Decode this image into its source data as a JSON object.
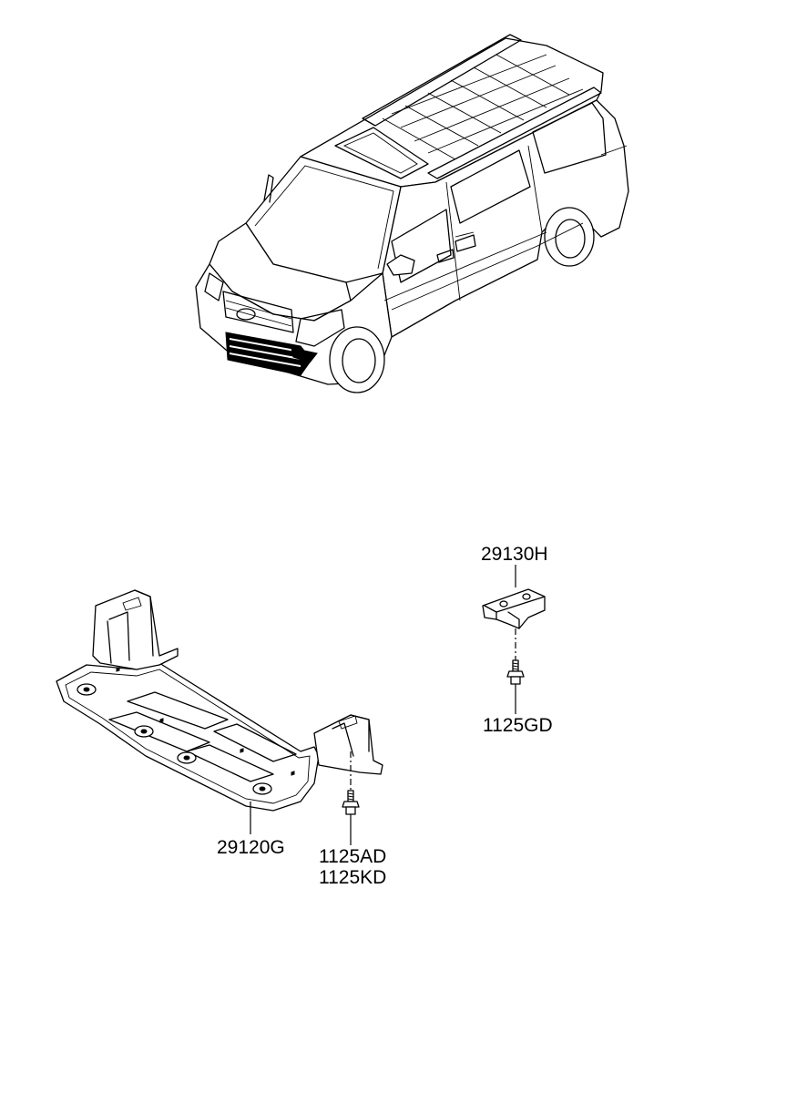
{
  "parts": {
    "bracket": "29130H",
    "bracket_bolt": "1125GD",
    "under_cover": "29120G",
    "cover_bolt_1": "1125AD",
    "cover_bolt_2": "1125KD"
  }
}
